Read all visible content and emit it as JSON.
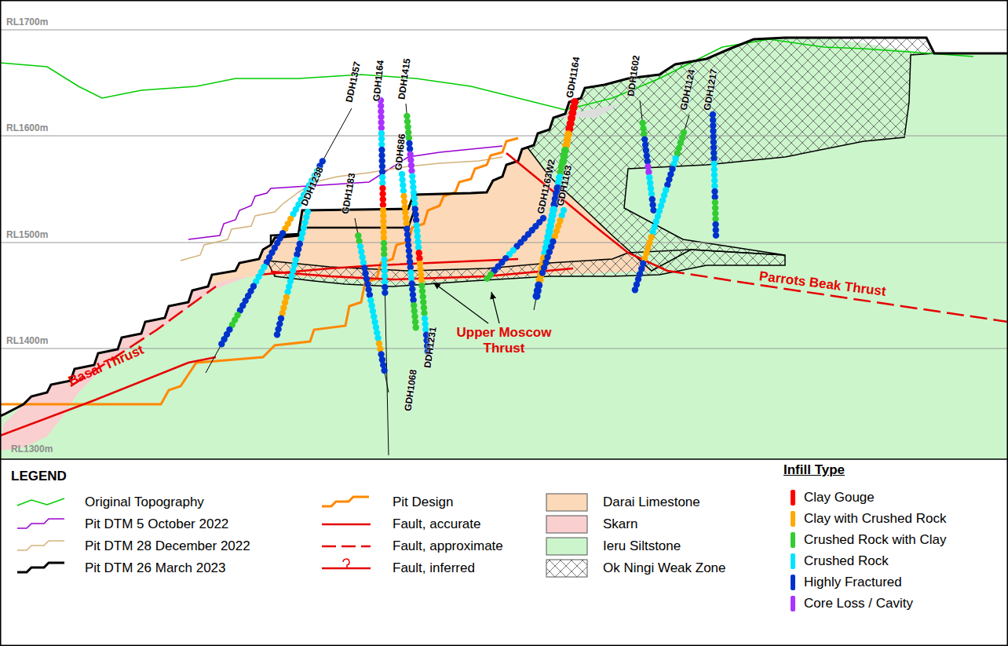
{
  "diagram": {
    "labels": [
      "RL1700m",
      "RL1600m",
      "RL1500m",
      "RL1400m",
      "RL1300m",
      "DDH1357",
      "GDH1164",
      "DDH1415",
      "GDH686",
      "DDH1238",
      "GDH1183",
      "GDH1164",
      "GDH1163W2",
      "GDH1163",
      "DDH1602",
      "GDH1124",
      "GDH1217",
      "GDH1068",
      "DDH1231",
      "Basal Thrust",
      "Upper Moscow Thrust",
      "Parrots Beak Thrust",
      "LEGEND",
      "Infill Type"
    ],
    "legend": [
      {
        "text": "Original Topography"
      },
      {
        "text": "Pit DTM 5 October 2022"
      },
      {
        "text": "Pit DTM 28 December 2022"
      },
      {
        "text": "Pit DTM 26 March 2023"
      },
      {
        "text": "Pit Design"
      },
      {
        "text": "Fault, accurate"
      },
      {
        "text": "Fault, approximate"
      },
      {
        "text": "Fault, inferred"
      },
      {
        "text": "Darai Limestone",
        "color": "#fbd9b9"
      },
      {
        "text": "Skarn",
        "color": "#f9cfcf"
      },
      {
        "text": "Ieru Siltstone",
        "color": "#ccf5cc"
      },
      {
        "text": "Ok Ningi Weak Zone"
      },
      {
        "text": "Clay Gouge",
        "color": "#ff0000"
      },
      {
        "text": "Clay with Crushed Rock",
        "color": "#ffaa00"
      },
      {
        "text": "Crushed Rock with Clay",
        "color": "#33cc33"
      },
      {
        "text": "Crushed Rock",
        "color": "#00e5ff"
      },
      {
        "text": "Highly Fractured",
        "color": "#0033cc"
      },
      {
        "text": "Core Loss / Cavity",
        "color": "#aa33ff"
      }
    ]
  }
}
